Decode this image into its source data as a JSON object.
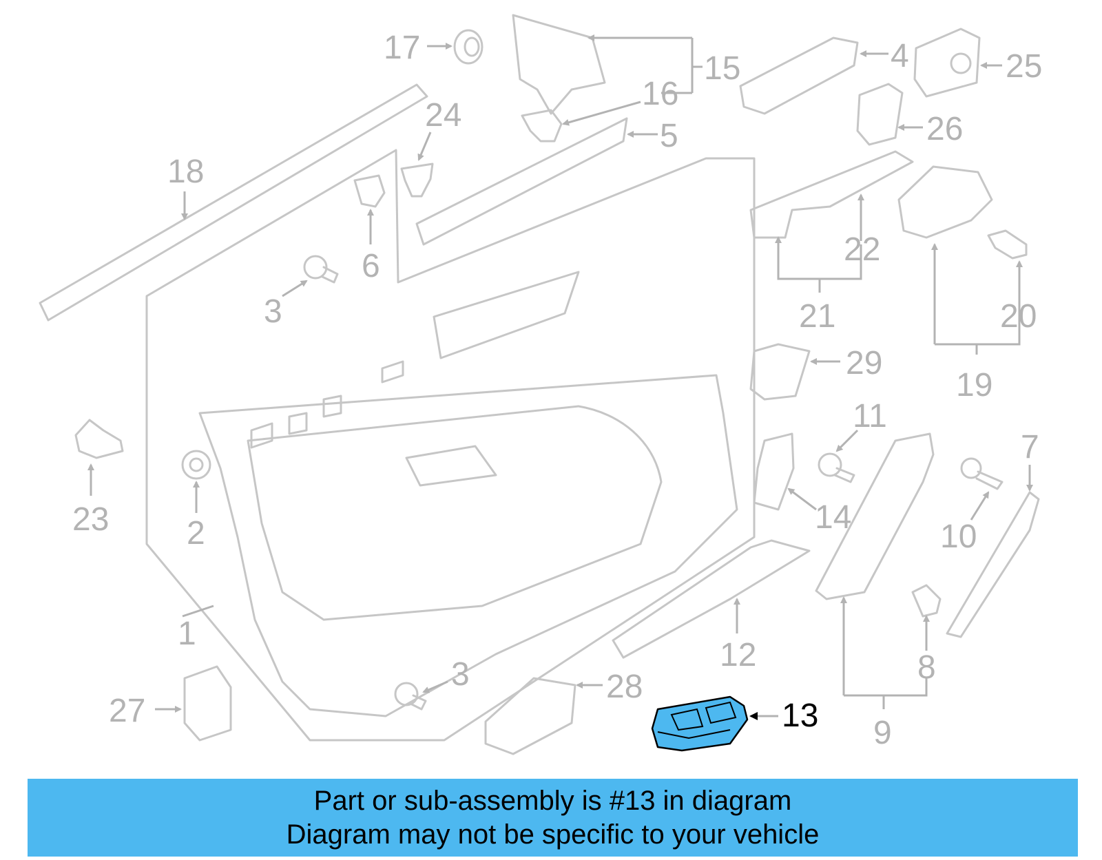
{
  "highlight_color": "#4db8f0",
  "callouts": [
    "1",
    "2",
    "3",
    "3",
    "4",
    "5",
    "6",
    "7",
    "8",
    "9",
    "10",
    "11",
    "12",
    "13",
    "14",
    "15",
    "16",
    "17",
    "18",
    "19",
    "20",
    "21",
    "22",
    "23",
    "24",
    "25",
    "26",
    "27",
    "28",
    "29"
  ],
  "highlighted_part": "13",
  "banner": {
    "line1": "Part or sub-assembly is #13 in diagram",
    "line2": "Diagram may not be specific to your vehicle"
  }
}
